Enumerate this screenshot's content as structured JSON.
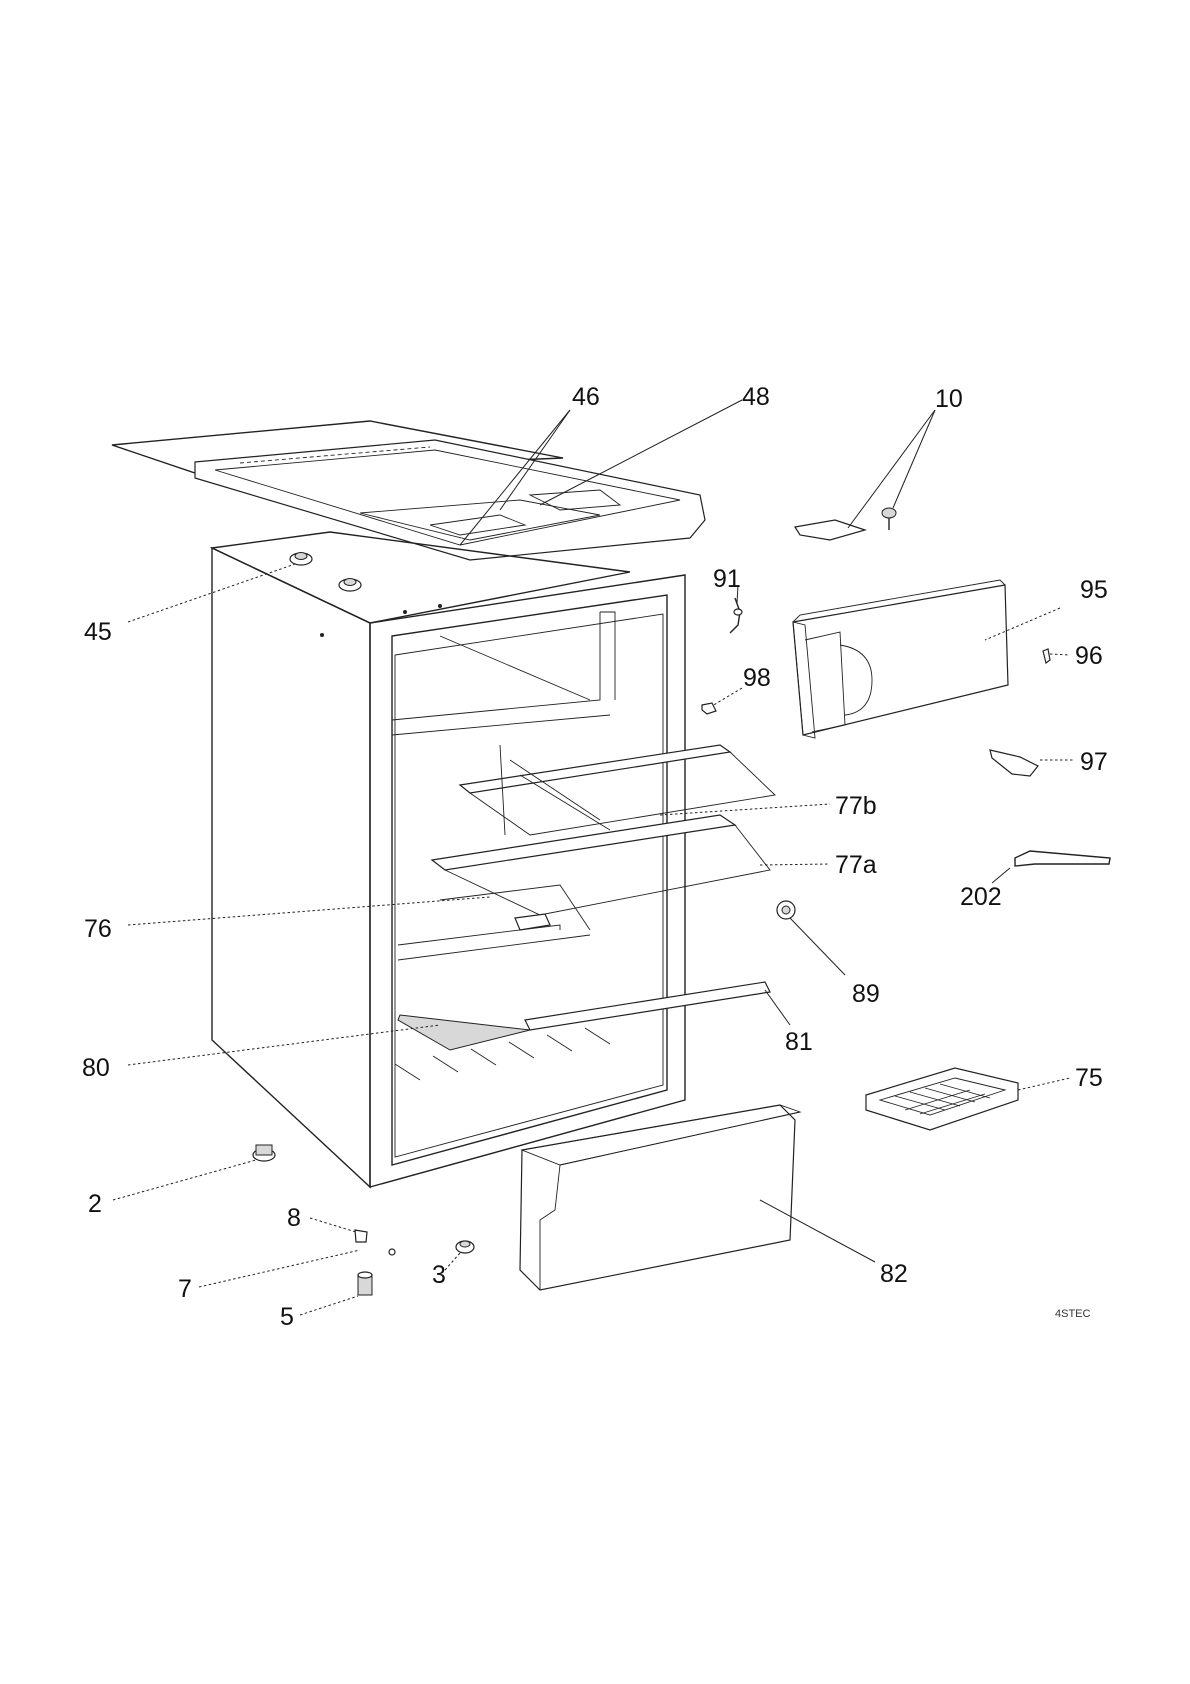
{
  "diagram": {
    "callouts": [
      "46",
      "48",
      "10",
      "45",
      "91",
      "95",
      "96",
      "98",
      "97",
      "77b",
      "77a",
      "202",
      "76",
      "89",
      "81",
      "80",
      "75",
      "2",
      "8",
      "7",
      "3",
      "82",
      "5"
    ],
    "drawing_code": "4STEC"
  }
}
